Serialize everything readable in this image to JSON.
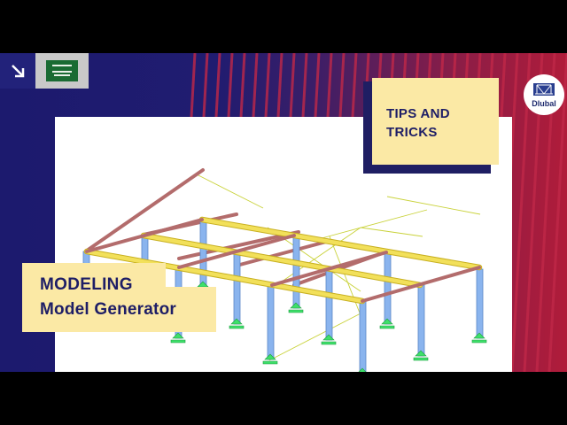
{
  "tips_label_line1": "TIPS AND",
  "tips_label_line2": "TRICKS",
  "title_line1": "MODELING",
  "title_line2": "Model Generator",
  "brand": "Dlubal",
  "icons": {
    "corner": "arrow-down-right-icon",
    "flag": "saudi-arabia-flag-icon",
    "logo": "dlubal-bridge-logo-icon"
  },
  "colors": {
    "navy": "#1c1a6e",
    "crimson": "#b01c3a",
    "highlight": "#fbe9a5",
    "column": "#8ab4ee",
    "beam_yellow": "#f2e05a",
    "beam_brown": "#b36c6c",
    "support_green": "#3ee06a"
  }
}
